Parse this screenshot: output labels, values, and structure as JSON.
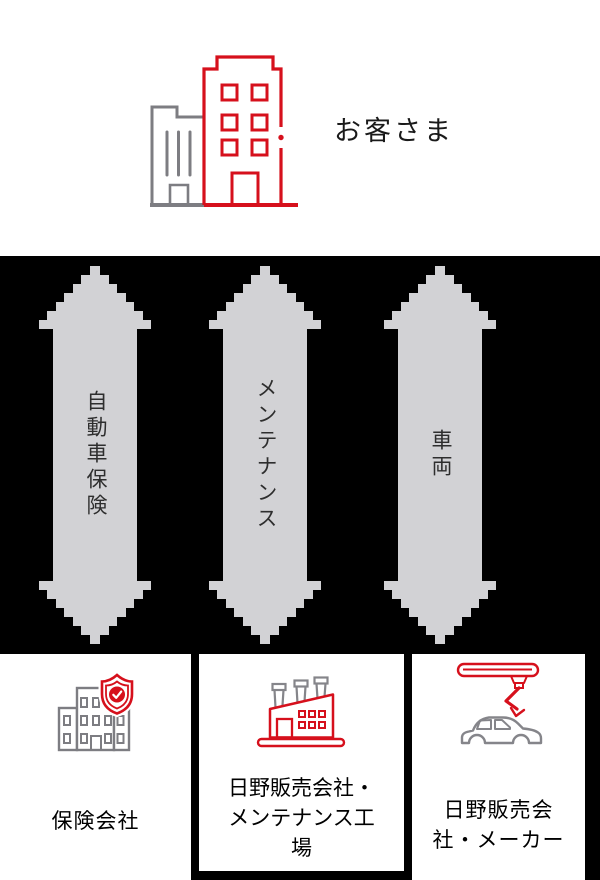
{
  "header": {
    "title": "お客さま",
    "icon": "customer-buildings-icon"
  },
  "flows": [
    {
      "label": "自動車保険"
    },
    {
      "label": "メンテナンス"
    },
    {
      "label": "車両"
    }
  ],
  "entities": [
    {
      "label": "保険会社",
      "icon": "insurance-company-shield-icon"
    },
    {
      "label": "日野販売会社・\nメンテナンス工\n場",
      "icon": "maintenance-factory-icon"
    },
    {
      "label": "日野販売会\n社・メーカー",
      "icon": "manufacturer-robot-arm-car-icon"
    }
  ],
  "colors": {
    "accent_red": "#d6101c",
    "icon_gray": "#7d7d82",
    "car_gray": "#85858a",
    "arrow_fill": "#d2d2d5",
    "background_top": "#ffffff",
    "background_middle": "#000000",
    "text": "#1a1a1a"
  }
}
